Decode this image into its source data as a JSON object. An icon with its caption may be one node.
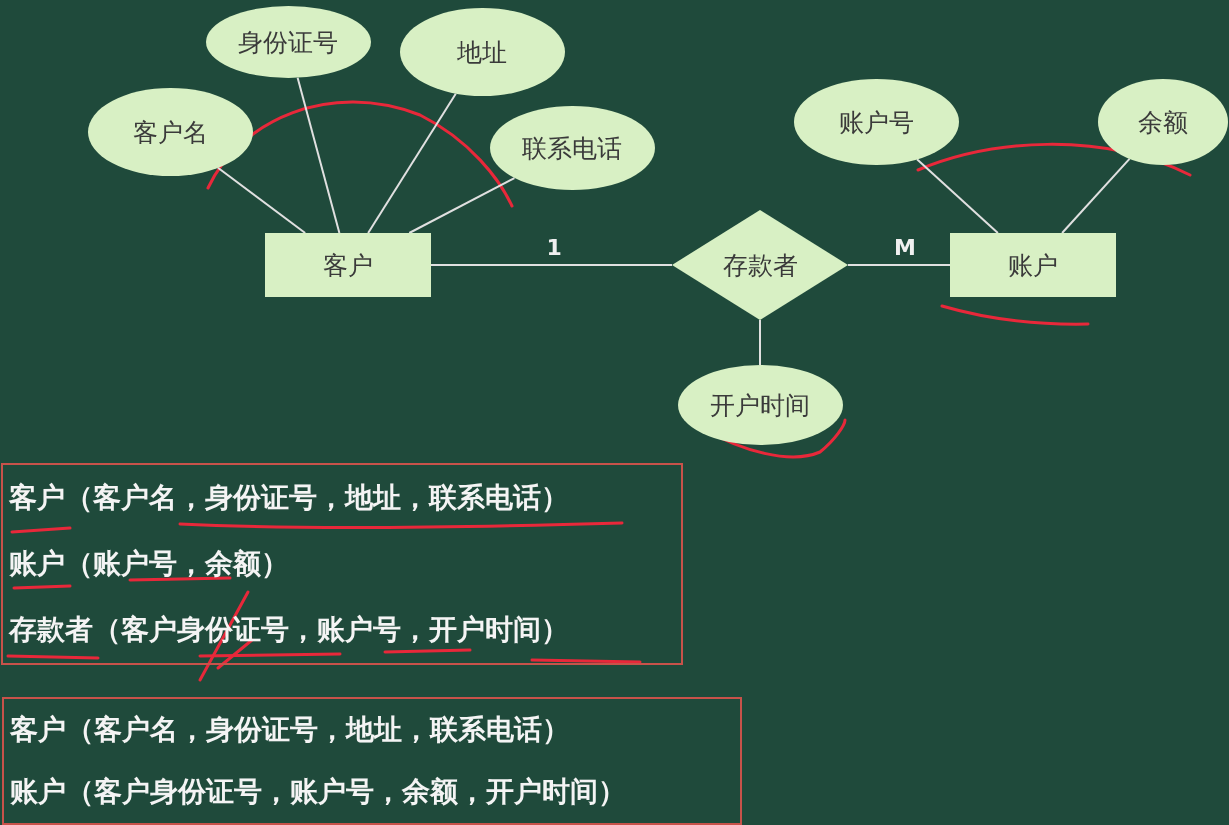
{
  "diagram": {
    "nodes": [
      {
        "text": [
          "客户名"
        ]
      },
      {
        "text": [
          "身份证号"
        ]
      },
      {
        "text": [
          "地址"
        ]
      },
      {
        "text": [
          "联系电话"
        ]
      },
      {
        "text": [
          "客户"
        ]
      },
      {
        "text": [
          "存款者"
        ]
      },
      {
        "text": [
          "账户"
        ]
      },
      {
        "text": [
          "账户号"
        ]
      },
      {
        "text": [
          "余额"
        ]
      },
      {
        "text": [
          "开户时间"
        ]
      },
      {
        "text": [
          "客户（客户名，身份证号，地址，联系电话）",
          "账户（账户号，余额）",
          "存款者（客户身份证号，账户号，开户时间）"
        ]
      },
      {
        "text": [
          "客户（客户名，身份证号，地址，联系电话）",
          "账户（客户身份证号，账户号，余额，开户时间）"
        ]
      }
    ],
    "edges": [
      {
        "from": 0,
        "to": 4,
        "arrow": "none"
      },
      {
        "from": 1,
        "to": 4,
        "arrow": "none"
      },
      {
        "from": 2,
        "to": 4,
        "arrow": "none"
      },
      {
        "from": 3,
        "to": 4,
        "arrow": "none"
      },
      {
        "from": 4,
        "to": 5,
        "arrow": "none",
        "label": "1"
      },
      {
        "from": 5,
        "to": 6,
        "arrow": "none",
        "label": "M"
      },
      {
        "from": 7,
        "to": 6,
        "arrow": "none"
      },
      {
        "from": 8,
        "to": 6,
        "arrow": "none"
      },
      {
        "from": 5,
        "to": 9,
        "arrow": "none"
      }
    ]
  }
}
